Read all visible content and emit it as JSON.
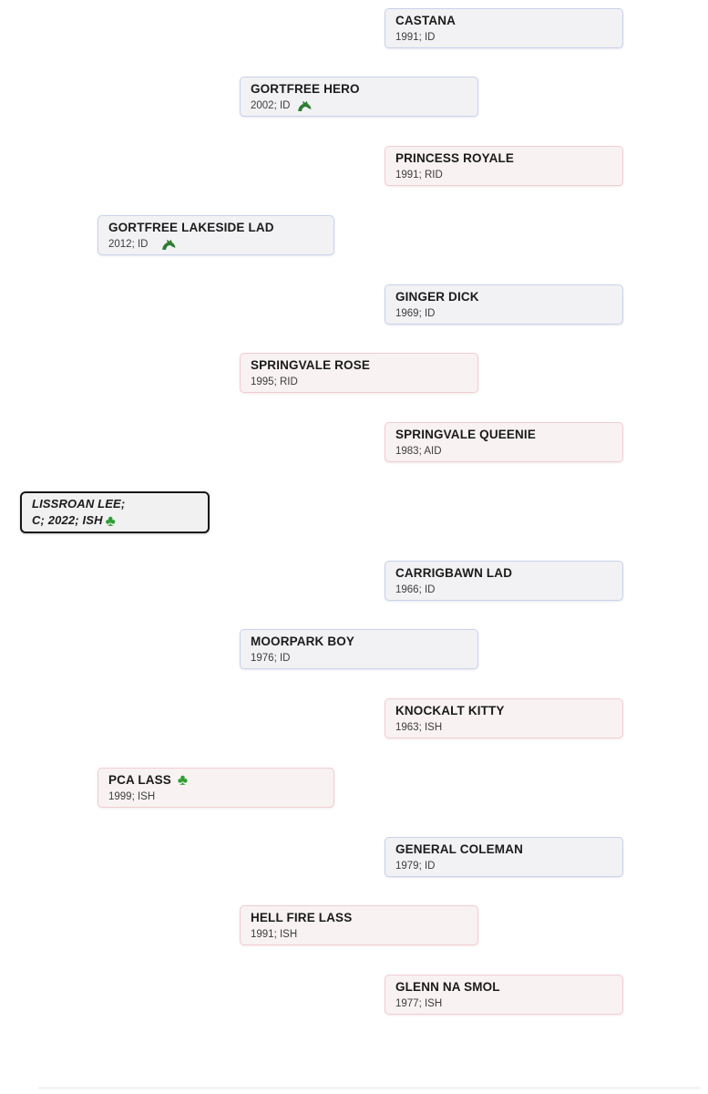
{
  "colors": {
    "sire_border": "#c8d2ea",
    "sire_background": "#f2f2f4",
    "dam_border": "#f1cdd2",
    "dam_background": "#f8f2f2",
    "subject_border": "#161616",
    "subject_background": "#f1f1f1",
    "name_text": "#1b1b1b",
    "detail_text": "#3d3d3d",
    "icon_green": "#2e7d32",
    "shamrock_green": "#2e9e33"
  },
  "subject": {
    "name_line1": "LISSROAN LEE;",
    "name_line2": "C; 2022; ISH",
    "icon": "shamrock-icon"
  },
  "boxes": [
    {
      "id": "castana",
      "name": "CASTANA",
      "details": "1991; ID",
      "sex": "sire",
      "generation": 3
    },
    {
      "id": "gortfree-hero",
      "name": "GORTFREE HERO",
      "details": "2002; ID",
      "sex": "sire",
      "generation": 2,
      "icon": "horse-head-icon"
    },
    {
      "id": "princess-royale",
      "name": "PRINCESS ROYALE",
      "details": "1991; RID",
      "sex": "dam",
      "generation": 3
    },
    {
      "id": "gortfree-lakeside-lad",
      "name": "GORTFREE LAKESIDE LAD",
      "details": "2012; ID",
      "sex": "sire",
      "generation": 1,
      "icon": "horse-head-icon"
    },
    {
      "id": "ginger-dick",
      "name": "GINGER DICK",
      "details": "1969; ID",
      "sex": "sire",
      "generation": 3
    },
    {
      "id": "springvale-rose",
      "name": "SPRINGVALE ROSE",
      "details": "1995; RID",
      "sex": "dam",
      "generation": 2
    },
    {
      "id": "springvale-queenie",
      "name": "SPRINGVALE QUEENIE",
      "details": "1983; AID",
      "sex": "dam",
      "generation": 3
    },
    {
      "id": "carrigbawn-lad",
      "name": "CARRIGBAWN LAD",
      "details": "1966; ID",
      "sex": "sire",
      "generation": 3
    },
    {
      "id": "moorpark-boy",
      "name": "MOORPARK BOY",
      "details": "1976; ID",
      "sex": "sire",
      "generation": 2
    },
    {
      "id": "knockalt-kitty",
      "name": "KNOCKALT KITTY",
      "details": "1963; ISH",
      "sex": "dam",
      "generation": 3
    },
    {
      "id": "pca-lass",
      "name": "PCA LASS",
      "details": "1999; ISH",
      "sex": "dam",
      "generation": 1,
      "icon": "shamrock-icon"
    },
    {
      "id": "general-coleman",
      "name": "GENERAL COLEMAN",
      "details": "1979; ID",
      "sex": "sire",
      "generation": 3
    },
    {
      "id": "hell-fire-lass",
      "name": "HELL FIRE LASS",
      "details": "1991; ISH",
      "sex": "dam",
      "generation": 2
    },
    {
      "id": "glenn-na-smol",
      "name": "GLENN NA SMOL",
      "details": "1977; ISH",
      "sex": "dam",
      "generation": 3
    }
  ]
}
